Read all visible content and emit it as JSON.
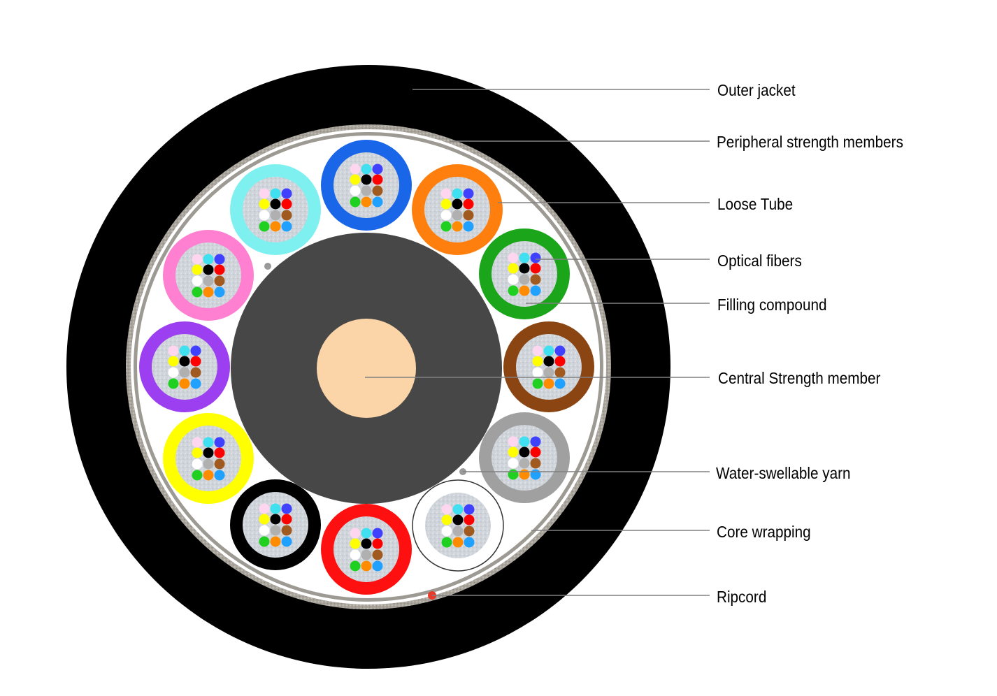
{
  "labels": {
    "outer_jacket": "Outer jacket",
    "peripheral_strength": "Peripheral strength members",
    "loose_tube": "Loose Tube",
    "optical_fibers": "Optical fibers",
    "filling_compound": "Filling compound",
    "central_strength": "Central Strength member",
    "water_yarn": "Water-swellable yarn",
    "core_wrapping": "Core wrapping",
    "ripcord": "Ripcord"
  },
  "colors": {
    "outer_jacket": "#000000",
    "armor": "#a8a49c",
    "core_fill": "#ffffff",
    "inner_sheath": "#474747",
    "central_member": "#fbd5a8",
    "tube_gel": "#cfd3d8",
    "yarn": "#9a9a9a",
    "ripcord": "#e53b2c",
    "leader_line": "#808080"
  },
  "tube_colors": [
    "#1a66e8",
    "#ff7f0e",
    "#1aa51a",
    "#8b4513",
    "#a0a0a0",
    "#ffffff",
    "#ff1010",
    "#000000",
    "#ffff00",
    "#9b3ff0",
    "#ff7fd0",
    "#7ff0f0"
  ],
  "fiber_colors": [
    "#ffd6f0",
    "#40e0f0",
    "#4040ff",
    "#ffff00",
    "#000000",
    "#ff0000",
    "#ffffff",
    "#b0b0b0",
    "#a05a20",
    "#20d020",
    "#ff8c00",
    "#20a0ff"
  ]
}
